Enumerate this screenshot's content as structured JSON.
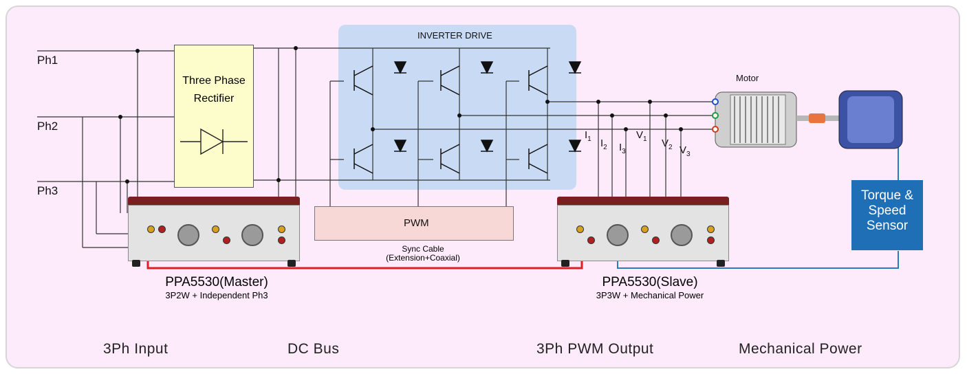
{
  "phases": {
    "ph1": "Ph1",
    "ph2": "Ph2",
    "ph3": "Ph3"
  },
  "rectifier": {
    "line1": "Three Phase",
    "line2": "Rectifier"
  },
  "inverter": {
    "title": "INVERTER DRIVE"
  },
  "pwm": {
    "label": "PWM"
  },
  "motor": {
    "label": "Motor"
  },
  "sensor": {
    "line1": "Torque &",
    "line2": "Speed",
    "line3": "Sensor"
  },
  "measure": {
    "i1": "I",
    "i1s": "1",
    "i2": "I",
    "i2s": "2",
    "i3": "I",
    "i3s": "3",
    "v1": "V",
    "v1s": "1",
    "v2": "V",
    "v2s": "2",
    "v3": "V",
    "v3s": "3"
  },
  "sync": {
    "line1": "Sync Cable",
    "line2": "(Extension+Coaxial)"
  },
  "master": {
    "name": "PPA5530(Master)",
    "config": "3P2W + Independent Ph3"
  },
  "slave": {
    "name": "PPA5530(Slave)",
    "config": "3P3W + Mechanical Power"
  },
  "sections": {
    "input": "3Ph Input",
    "dc": "DC Bus",
    "output": "3Ph PWM Output",
    "mech": "Mechanical Power"
  },
  "colors": {
    "background": "#fdeafa",
    "inverter_bg": "#c9daf5",
    "rectifier_bg": "#fdfccb",
    "pwm_bg": "#f8d8d6",
    "sensor_bg": "#1f6fb6",
    "sync_cable": "#e02020",
    "sensor_cable": "#2a7ac0",
    "device_top": "#7a1f1f"
  }
}
